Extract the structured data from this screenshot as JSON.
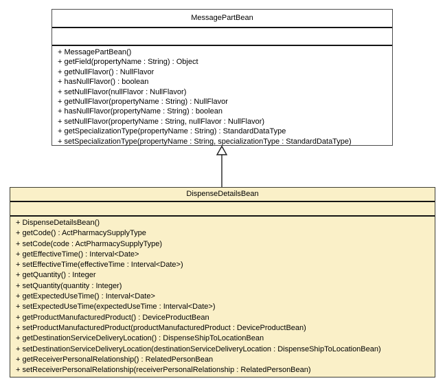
{
  "diagram": {
    "kind": "uml-class-diagram",
    "colors": {
      "background": "#ffffff",
      "message_part_bean_fill": "#ffffff",
      "dispense_details_bean_fill": "#faf0c8",
      "box_border": "#4c4c4c",
      "separator": "#141414",
      "arrow_stroke": "#2f2f2f",
      "arrowhead_fill": "#ffffff",
      "text": "#000000"
    },
    "classes": [
      {
        "name": "MessagePartBean",
        "attributes": [],
        "methods": [
          "+ MessagePartBean()",
          "+ getField(propertyName : String) : Object",
          "+ getNullFlavor() : NullFlavor",
          "+ hasNullFlavor() : boolean",
          "+ setNullFlavor(nullFlavor : NullFlavor)",
          "+ getNullFlavor(propertyName : String) : NullFlavor",
          "+ hasNullFlavor(propertyName : String) : boolean",
          "+ setNullFlavor(propertyName : String, nullFlavor : NullFlavor)",
          "+ getSpecializationType(propertyName : String) : StandardDataType",
          "+ setSpecializationType(propertyName : String, specializationType : StandardDataType)"
        ]
      },
      {
        "name": "DispenseDetailsBean",
        "attributes": [],
        "methods": [
          "+ DispenseDetailsBean()",
          "+ getCode() : ActPharmacySupplyType",
          "+ setCode(code : ActPharmacySupplyType)",
          "+ getEffectiveTime() : Interval<Date>",
          "+ setEffectiveTime(effectiveTime : Interval<Date>)",
          "+ getQuantity() : Integer",
          "+ setQuantity(quantity : Integer)",
          "+ getExpectedUseTime() : Interval<Date>",
          "+ setExpectedUseTime(expectedUseTime : Interval<Date>)",
          "+ getProductManufacturedProduct() : DeviceProductBean",
          "+ setProductManufacturedProduct(productManufacturedProduct : DeviceProductBean)",
          "+ getDestinationServiceDeliveryLocation() : DispenseShipToLocationBean",
          "+ setDestinationServiceDeliveryLocation(destinationServiceDeliveryLocation : DispenseShipToLocationBean)",
          "+ getReceiverPersonalRelationship() : RelatedPersonBean",
          "+ setReceiverPersonalRelationship(receiverPersonalRelationship : RelatedPersonBean)"
        ]
      }
    ],
    "relationships": [
      {
        "type": "generalization",
        "from": "DispenseDetailsBean",
        "to": "MessagePartBean"
      }
    ]
  }
}
